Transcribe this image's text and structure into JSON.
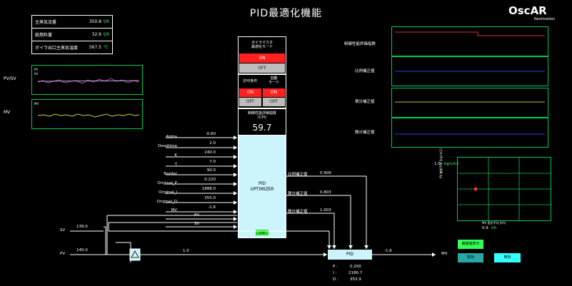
{
  "title": "PID最適化機能",
  "logo": {
    "text": "OscAR",
    "sub": "Nextmation"
  },
  "summary": [
    {
      "label": "主蒸気流量",
      "value": "350.8",
      "unit": "t/h"
    },
    {
      "label": "総燃料量",
      "value": "32.9",
      "unit": "t/h"
    },
    {
      "label": "ボイラ出口主蒸気温度",
      "value": "567.5",
      "unit": "℃"
    }
  ],
  "left_trends": {
    "pvsv_label": "PV/SV",
    "mv_label": "MV",
    "pv_legend": "PV",
    "sv_legend": "SV",
    "mv_legend": "MV"
  },
  "master": {
    "title1": "ボイラマスタ",
    "title2": "最適化モード",
    "on": "ON",
    "off": "OFF"
  },
  "perm": {
    "h1": "許可条件",
    "h2a": "自動",
    "h2b": "モード",
    "on": "ON",
    "off": "OFF"
  },
  "cpi": {
    "title1": "制御性能評価指数",
    "title2": "(CPI)",
    "value": "59.7"
  },
  "inputs": [
    {
      "label": "Alpha",
      "value": "-0.60"
    },
    {
      "label": "Deadtime",
      "value": "2.0"
    },
    {
      "label": "K",
      "value": "240.0"
    },
    {
      "label": "T",
      "value": "7.0"
    },
    {
      "label": "Norder",
      "value": "90.0"
    },
    {
      "label": "Original_P",
      "value": "0.220"
    },
    {
      "label": "Original_I",
      "value": "1888.0"
    },
    {
      "label": "Original_D",
      "value": "355.0"
    },
    {
      "label": "MV",
      "value": "-1.6"
    },
    {
      "label": "PV",
      "value": ""
    },
    {
      "label": "SV",
      "value": ""
    }
  ],
  "optimizer": {
    "line1": "PID",
    "line2": "OPTIMIZER",
    "flag": "正常"
  },
  "outputs": [
    {
      "label": "比例補正値",
      "value": "0.909"
    },
    {
      "label": "積分補正値",
      "value": "0.803"
    },
    {
      "label": "微分補正値",
      "value": "1.003"
    }
  ],
  "signals": {
    "sv_tag": "SV",
    "sv_value": "139.0",
    "pv_tag": "PV",
    "pv_value": "140.0",
    "gain": "1.0",
    "mv_out": "-1.6",
    "mv_tag": "MV"
  },
  "pid": {
    "label": "PID",
    "p_label": "P :",
    "p_value": "0.200",
    "i_label": "I :",
    "i_value": "2186.7",
    "d_label": "D :",
    "d_value": "353.9"
  },
  "right_trends": [
    {
      "label": "制御性能評価指数"
    },
    {
      "label": "比例補正値"
    },
    {
      "label": "積分補正値"
    },
    {
      "label": "微分補正値"
    }
  ],
  "scatter": {
    "value": "1.0",
    "unit": "kg/cm2",
    "ylabel": "PV 偏差平均 [kg/cm2]",
    "xlabel": "MV 変化平均 [t/h]",
    "xvalue": "0.9",
    "xunit": "t/h"
  },
  "buttons": {
    "b1": "補償値表示",
    "b2": "有効",
    "b3": "無効"
  },
  "colors": {
    "trend_border": "#00cc55",
    "on": "#ff2020",
    "off": "#bdbdbd",
    "pid": "#ccf4fb"
  }
}
